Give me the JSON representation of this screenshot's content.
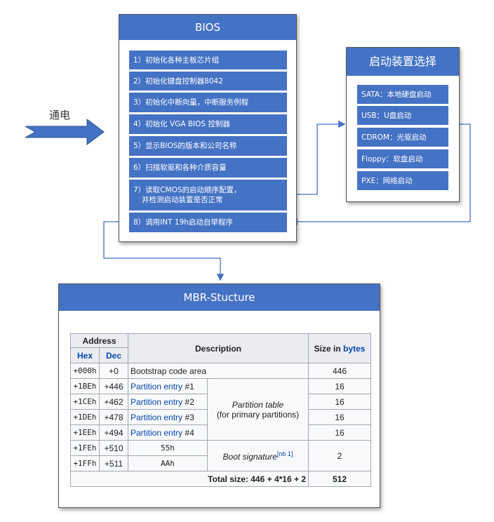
{
  "power_label": "通电",
  "bios": {
    "title": "BIOS",
    "items": [
      "1）初始化各种主板芯片组",
      "2）初始化键盘控制器8042",
      "3）初始化中断向量，中断服务例程",
      "4）初始化 VGA BIOS 控制器",
      "5）显示BIOS的版本和公司名称",
      "6）扫描软驱和各种介质容量",
      "7）读取CMOS的启动顺序配置，",
      "并检测启动装置是否正常",
      "8）调用INT 19h启动自举程序"
    ]
  },
  "boot": {
    "title": "启动装置选择",
    "items": [
      "SATA：本地硬盘启动",
      "USB：U盘启动",
      "CDROM：光驱启动",
      "Floppy：软盘启动",
      "PXE：网络启动"
    ]
  },
  "mbr": {
    "title": "MBR-Stucture",
    "headers": {
      "address": "Address",
      "hex": "Hex",
      "dec": "Dec",
      "description": "Description",
      "size_prefix": "Size in ",
      "size_link": "bytes"
    },
    "rows": [
      {
        "hex": "+000h",
        "dec": "+0",
        "desc": "Bootstrap code area",
        "size": "446"
      },
      {
        "hex": "+1BEh",
        "dec": "+446",
        "entry_link": "Partition entry",
        "entry_num": "#1",
        "size": "16"
      },
      {
        "hex": "+1CEh",
        "dec": "+462",
        "entry_link": "Partition entry",
        "entry_num": "#2",
        "size": "16"
      },
      {
        "hex": "+1DEh",
        "dec": "+478",
        "entry_link": "Partition entry",
        "entry_num": "#3",
        "size": "16"
      },
      {
        "hex": "+1EEh",
        "dec": "+494",
        "entry_link": "Partition entry",
        "entry_num": "#4",
        "size": "16"
      },
      {
        "hex": "+1FEh",
        "dec": "+510",
        "sig_byte": "55h"
      },
      {
        "hex": "+1FFh",
        "dec": "+511",
        "sig_byte": "AAh"
      }
    ],
    "partition_table_label": "Partition table",
    "partition_table_sub": "(for primary partitions)",
    "boot_signature": "Boot signature",
    "boot_signature_note": "[nb 1]",
    "boot_signature_size": "2",
    "total_label": "Total size: 446 + 4*16 + 2",
    "total_value": "512"
  },
  "colors": {
    "accent": "#4472c4",
    "link": "#0645ad"
  }
}
